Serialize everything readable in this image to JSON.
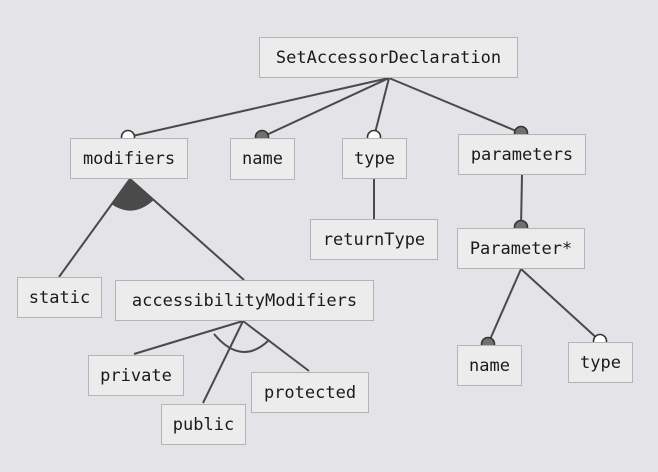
{
  "diagram": {
    "colors": {
      "background": "#e3e3e8",
      "node_fill": "#ececec",
      "node_border": "#b4b4b4",
      "edge": "#4a4a4a",
      "mandatory_marker": "#707070",
      "optional_marker": "#ffffff",
      "or_group_fill": "#4a4a4a"
    },
    "nodes": {
      "root": "SetAccessorDeclaration",
      "modifiers": "modifiers",
      "name": "name",
      "type": "type",
      "parameters": "parameters",
      "returnType": "returnType",
      "parameter": "Parameter*",
      "static": "static",
      "accessibilityModifiers": "accessibilityModifiers",
      "param_name": "name",
      "param_type": "type",
      "private": "private",
      "public": "public",
      "protected": "protected"
    },
    "relations": [
      {
        "parent": "root",
        "child": "modifiers",
        "kind": "optional"
      },
      {
        "parent": "root",
        "child": "name",
        "kind": "mandatory"
      },
      {
        "parent": "root",
        "child": "type",
        "kind": "optional"
      },
      {
        "parent": "root",
        "child": "parameters",
        "kind": "mandatory"
      },
      {
        "parent": "type",
        "child": "returnType",
        "kind": "plain"
      },
      {
        "parent": "parameters",
        "child": "parameter",
        "kind": "mandatory"
      },
      {
        "parent": "parameter",
        "child": "param_name",
        "kind": "mandatory"
      },
      {
        "parent": "parameter",
        "child": "param_type",
        "kind": "optional"
      }
    ],
    "groups": [
      {
        "parent": "modifiers",
        "children": [
          "static",
          "accessibilityModifiers"
        ],
        "kind": "or"
      },
      {
        "parent": "accessibilityModifiers",
        "children": [
          "private",
          "public",
          "protected"
        ],
        "kind": "alternative"
      }
    ]
  }
}
